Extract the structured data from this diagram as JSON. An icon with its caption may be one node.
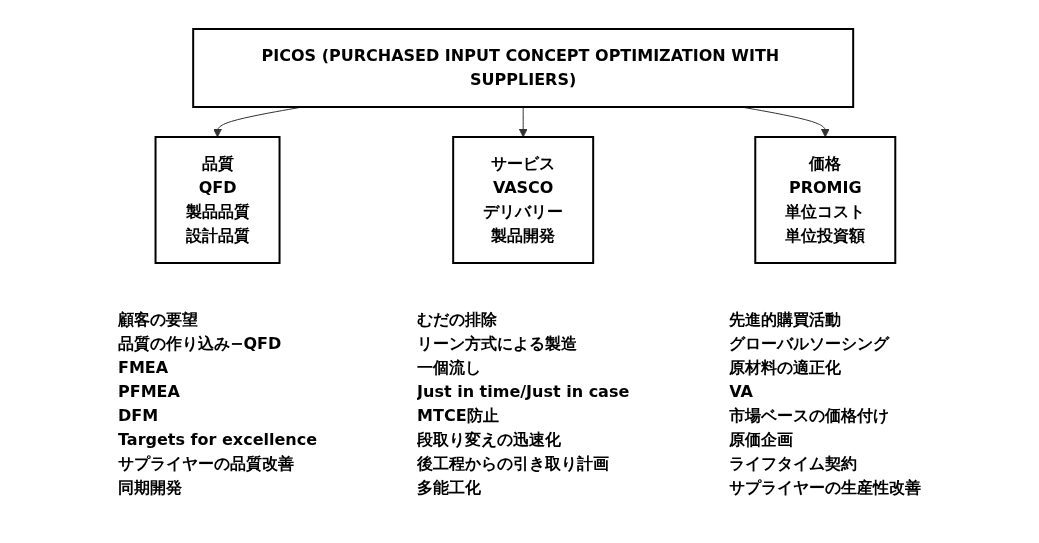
{
  "diagram": {
    "nodes": [
      {
        "text": [
          "PICOS (PURCHASED INPUT CONCEPT OPTIMIZATION WITH SUPPLIERS)"
        ]
      },
      {
        "text": [
          "品質",
          "QFD",
          "製品品質",
          "設計品質"
        ],
        "beside": [
          "顧客の要望",
          "品質の作り込み−QFD",
          "FMEA",
          "PFMEA",
          "DFM",
          "Targets for excellence",
          "サプライヤーの品質改善",
          "同期開発"
        ]
      },
      {
        "text": [
          "サービス",
          "VASCO",
          "デリバリー",
          "製品開発"
        ],
        "beside": [
          "むだの排除",
          "リーン方式による製造",
          "一個流し",
          "Just in time/Just in case",
          "MTCE防止",
          "段取り変えの迅速化",
          "後工程からの引き取り計画",
          "多能工化"
        ]
      },
      {
        "text": [
          "価格",
          "PROMIG",
          "単位コスト",
          "単位投資額"
        ],
        "beside": [
          "先進的購買活動",
          "グローバルソーシング",
          "原材料の適正化",
          "VA",
          "市場ベースの価格付け",
          "原価企画",
          "ライフタイム契約",
          "サプライヤーの生産性改善"
        ]
      }
    ],
    "edges": [
      {
        "from": 0,
        "to": 1,
        "arrow": "to"
      },
      {
        "from": 0,
        "to": 2,
        "arrow": "to"
      },
      {
        "from": 0,
        "to": 3,
        "arrow": "to"
      }
    ]
  }
}
